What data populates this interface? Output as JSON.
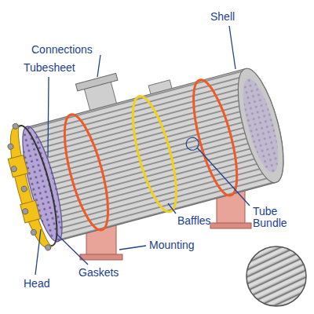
{
  "diagram": {
    "labels": [
      "Connections",
      "Tubesheet",
      "Shell",
      "Baffles",
      "Tube Bundle",
      "Mounting",
      "Gaskets",
      "Head"
    ]
  }
}
